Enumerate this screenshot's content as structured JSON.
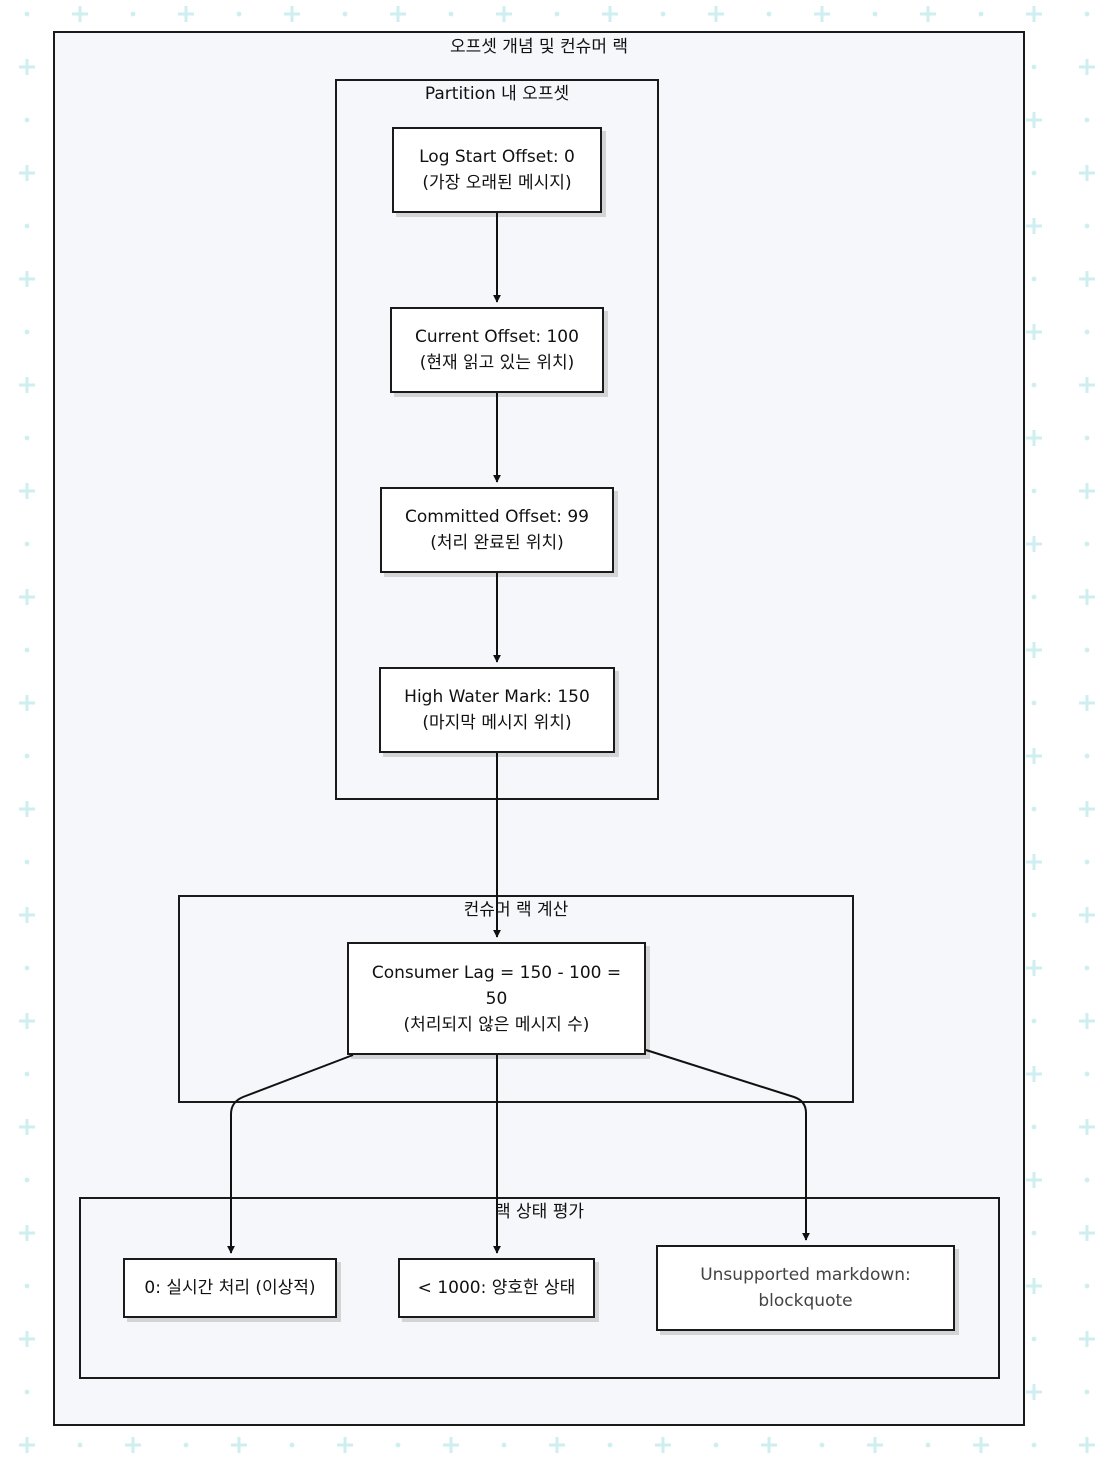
{
  "diagram": {
    "title": "오프셋 개념 및 컨슈머 랙",
    "partition_group": {
      "title": "Partition 내 오프셋",
      "nodes": [
        {
          "line1": "Log Start Offset: 0",
          "line2": "(가장 오래된 메시지)"
        },
        {
          "line1": "Current Offset: 100",
          "line2": "(현재 읽고 있는 위치)"
        },
        {
          "line1": "Committed Offset: 99",
          "line2": "(처리 완료된 위치)"
        },
        {
          "line1": "High Water Mark: 150",
          "line2": "(마지막 메시지 위치)"
        }
      ]
    },
    "lag_group": {
      "title": "컨슈머 랙 계산",
      "node": {
        "line1": "Consumer Lag = 150 - 100 =",
        "line2": "50",
        "line3": "(처리되지 않은 메시지 수)"
      }
    },
    "status_group": {
      "title": "랙 상태 평가",
      "nodes": [
        {
          "label": "0: 실시간 처리 (이상적)"
        },
        {
          "label": "< 1000: 양호한 상태"
        },
        {
          "line1": "Unsupported markdown:",
          "line2": "blockquote"
        }
      ]
    }
  },
  "colors": {
    "background": "#ffffff",
    "cluster_fill": "#f6f7fa",
    "border": "#1a1a1a",
    "pattern": "#cfeef0"
  }
}
